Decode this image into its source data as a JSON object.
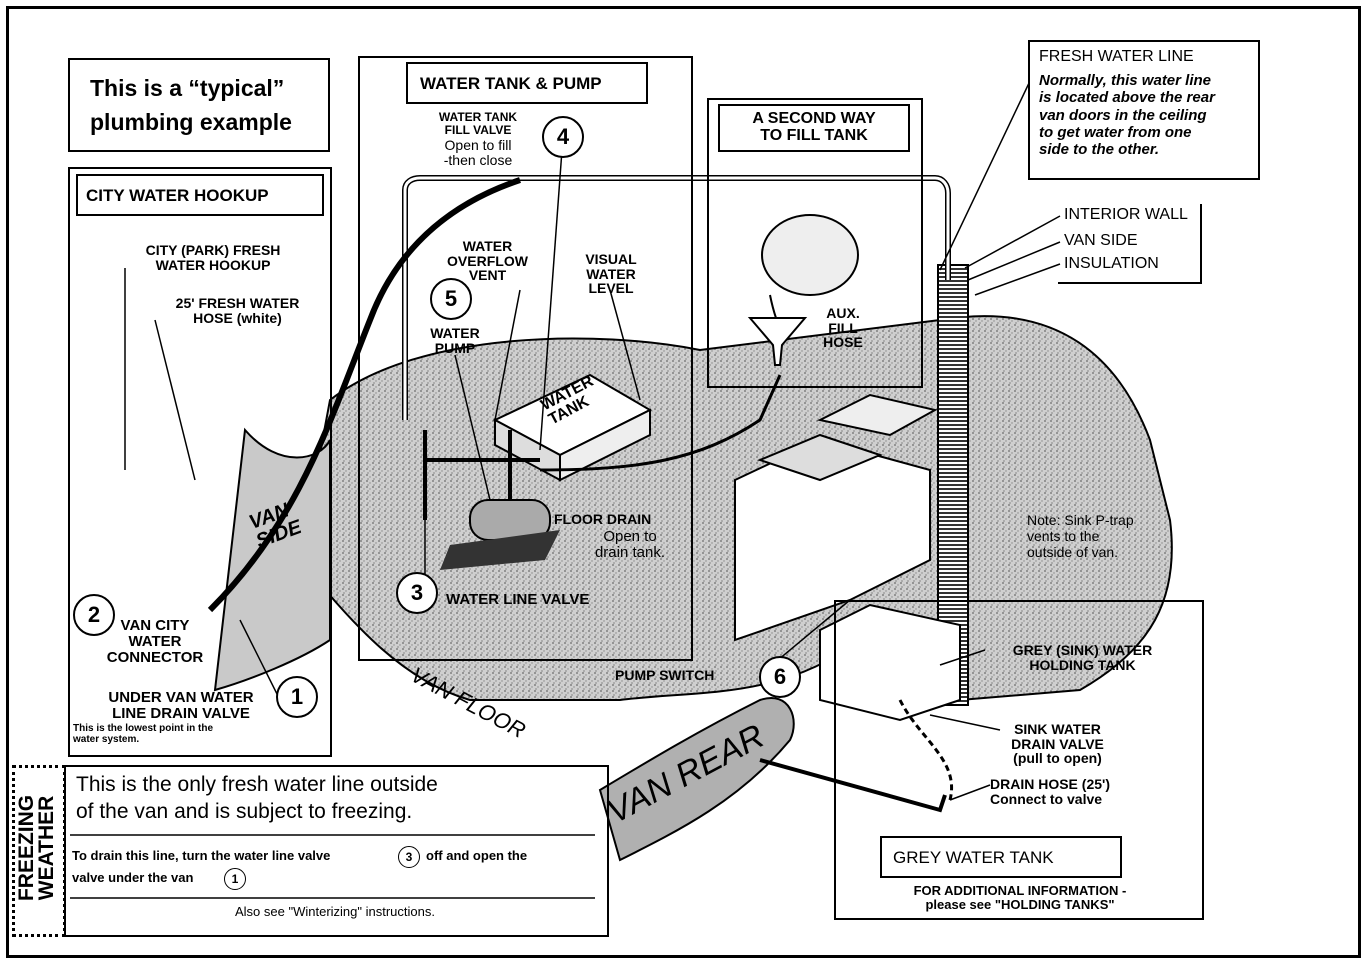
{
  "intro": [
    "This is a “typical”",
    "plumbing example"
  ],
  "sections": {
    "city": "CITY WATER HOOKUP",
    "tank_pump": "WATER TANK & PUMP",
    "second_way": [
      "A SECOND WAY",
      "TO FILL TANK"
    ],
    "grey_tank": "GREY WATER TANK"
  },
  "fresh_water_line": {
    "title": "FRESH WATER LINE",
    "text": [
      "Normally, this water line",
      "is located above the rear",
      "van doors in the ceiling",
      "to get water from one",
      "side to the other."
    ]
  },
  "wall_layers": [
    "INTERIOR WALL",
    "VAN SIDE",
    "INSULATION"
  ],
  "labels": {
    "city_hookup": [
      "CITY (PARK) FRESH",
      "WATER HOOKUP"
    ],
    "hose": [
      "25' FRESH WATER",
      "HOSE (white)"
    ],
    "van_side": [
      "VAN",
      "SIDE"
    ],
    "van_city_connector": [
      "VAN CITY",
      "WATER",
      "CONNECTOR"
    ],
    "under_van_valve": [
      "UNDER VAN WATER",
      "LINE DRAIN VALVE"
    ],
    "lowest_point": [
      "This is the lowest point  in the",
      "water system."
    ],
    "fill_valve": [
      "WATER TANK",
      "FILL VALVE"
    ],
    "fill_valve_note": [
      "Open to fill",
      "-then close"
    ],
    "overflow_vent": [
      "WATER",
      "OVERFLOW",
      "VENT"
    ],
    "visual_level": [
      "VISUAL",
      "WATER",
      "LEVEL"
    ],
    "water_pump": [
      "WATER",
      "PUMP"
    ],
    "water_tank": [
      "WATER",
      "TANK"
    ],
    "floor_drain": "FLOOR DRAIN",
    "floor_drain_note": [
      "Open to",
      "drain tank."
    ],
    "water_line_valve": "WATER LINE VALVE",
    "aux_fill": [
      "AUX.",
      "FILL",
      "HOSE"
    ],
    "van_floor": "VAN FLOOR",
    "van_rear": "VAN REAR",
    "pump_switch": "PUMP SWITCH",
    "p_trap_note": [
      "Note: Sink P-trap",
      "vents to the",
      "outside of van."
    ],
    "grey_holding": [
      "GREY (SINK) WATER",
      "HOLDING TANK"
    ],
    "sink_drain_valve": [
      "SINK WATER",
      "DRAIN VALVE",
      "(pull to open)"
    ],
    "drain_hose": [
      "DRAIN HOSE (25')",
      "Connect to valve"
    ],
    "additional_info": [
      "FOR ADDITIONAL INFORMATION -",
      "please see \"HOLDING TANKS\""
    ]
  },
  "numbers": {
    "n1": "1",
    "n2": "2",
    "n3": "3",
    "n4": "4",
    "n5": "5",
    "n6": "6"
  },
  "freezing": {
    "side_label": [
      "FREEZING",
      "WEATHER"
    ],
    "headline": [
      "This is the only fresh water line outside",
      "of the van and is subject to freezing."
    ],
    "drain_text_a": "To drain this line, turn the water line valve",
    "drain_num_a": "3",
    "drain_text_b": "off and open the",
    "drain_text_c": "valve under the van",
    "drain_num_c": "1",
    "also_see": "Also see \"Winterizing\" instructions."
  }
}
